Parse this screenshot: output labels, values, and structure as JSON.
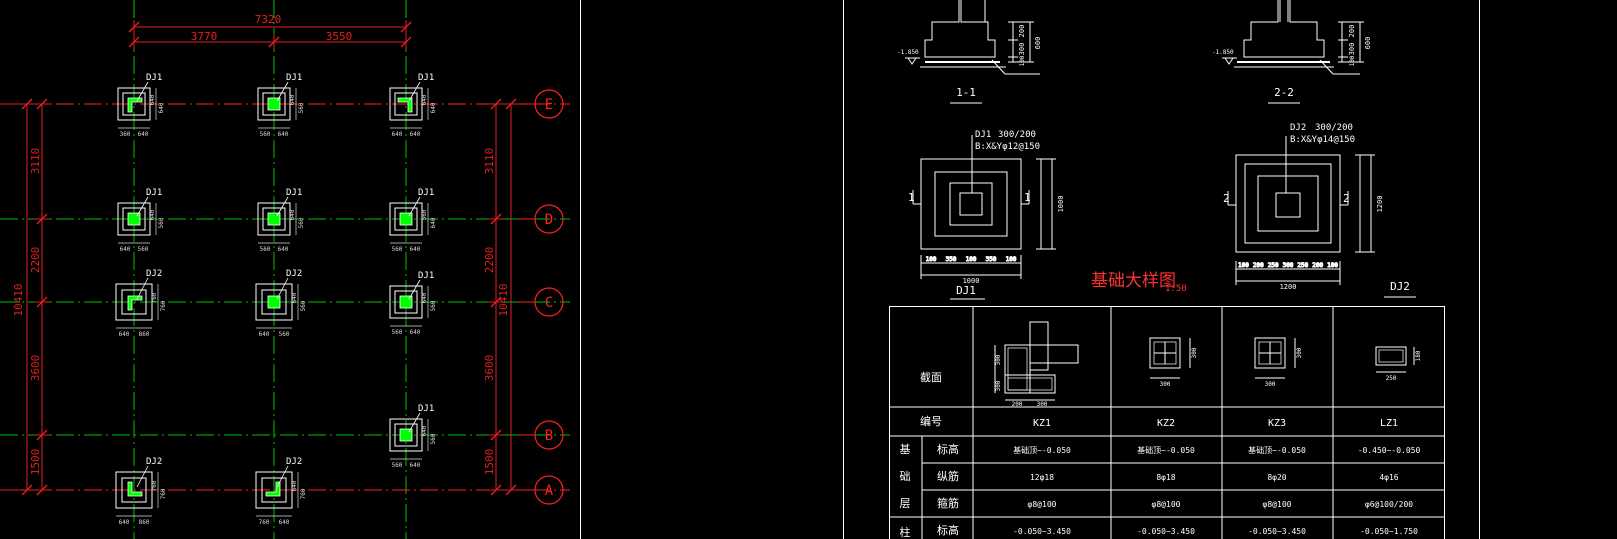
{
  "colors": {
    "background": "#000000",
    "axis_green": "#00c000",
    "axis_red": "#ff2020",
    "dim_red": "#e02020",
    "line_white": "#ffffff",
    "dim_white": "#d8d8d8",
    "column_green": "#00ff00"
  },
  "plan": {
    "top_total": "7320",
    "top_left": "3770",
    "top_right": "3550",
    "axis_labels": [
      "E",
      "D",
      "C",
      "B",
      "A"
    ],
    "left_total": "10410",
    "right_total": "10410",
    "spans": [
      "3110",
      "2200",
      "3600",
      "1500"
    ],
    "footings": [
      {
        "tag": "DJ1",
        "d1": "640",
        "d2": "640",
        "s1": "360",
        "s2": "640"
      },
      {
        "tag": "DJ1",
        "d1": "640",
        "d2": "560",
        "s1": "560",
        "s2": "640"
      },
      {
        "tag": "DJ1",
        "d1": "640",
        "d2": "640",
        "s1": "640",
        "s2": "640"
      },
      {
        "tag": "DJ1",
        "d1": "640",
        "d2": "560",
        "s1": "640",
        "s2": "560"
      },
      {
        "tag": "DJ1",
        "d1": "640",
        "d2": "560",
        "s1": "560",
        "s2": "640"
      },
      {
        "tag": "DJ1",
        "d1": "560",
        "d2": "640",
        "s1": "560",
        "s2": "640"
      },
      {
        "tag": "DJ2",
        "d1": "760",
        "d2": "760",
        "s1": "640",
        "s2": "860"
      },
      {
        "tag": "DJ2",
        "d1": "640",
        "d2": "560",
        "s1": "640",
        "s2": "560"
      },
      {
        "tag": "DJ1",
        "d1": "640",
        "d2": "560",
        "s1": "560",
        "s2": "640"
      },
      {
        "tag": "DJ1",
        "d1": "640",
        "d2": "560",
        "s1": "560",
        "s2": "640"
      },
      {
        "tag": "DJ2",
        "d1": "760",
        "d2": "760",
        "s1": "640",
        "s2": "860"
      },
      {
        "tag": "DJ2",
        "d1": "640",
        "d2": "760",
        "s1": "760",
        "s2": "640"
      }
    ]
  },
  "details": {
    "section1_label": "1-1",
    "section2_label": "2-2",
    "section_dims": [
      "200",
      "300",
      "100"
    ],
    "section_total": "600",
    "level_mark": "-1.850",
    "dj1": {
      "tag": "DJ1",
      "spec1": "300/200",
      "spec2": "B:X&Yφ12@150",
      "cut": "1",
      "bottom_dims": [
        "100",
        "350",
        "100",
        "350",
        "100"
      ],
      "bottom_total": "1000",
      "side_total": "1000",
      "caption": "DJ1"
    },
    "dj2": {
      "tag": "DJ2",
      "spec1": "300/200",
      "spec2": "B:X&Yφ14@150",
      "cut": "2",
      "bottom_dims": [
        "100",
        "200",
        "250",
        "300",
        "250",
        "200",
        "100"
      ],
      "bottom_total": "1200",
      "side_total": "1200",
      "caption": "DJ2"
    },
    "drawing_title": "基础大样图",
    "drawing_scale": "1:50"
  },
  "table": {
    "header_section": "截面",
    "header_no": "编号",
    "columns": [
      "KZ1",
      "KZ2",
      "KZ3",
      "LZ1"
    ],
    "sec_dims": {
      "kz1": [
        "300",
        "300",
        "200",
        "300"
      ],
      "kz2": [
        "300",
        "300"
      ],
      "kz3": [
        "300",
        "300"
      ],
      "lz1": [
        "250",
        "180"
      ]
    },
    "group1": [
      "基",
      "础",
      "层"
    ],
    "group2_char": "柱",
    "row_labels": [
      "标高",
      "纵筋",
      "箍筋",
      "标高"
    ],
    "rows": [
      [
        "基础顶~-0.050",
        "基础顶~-0.050",
        "基础顶~-0.050",
        "-0.450~-0.050"
      ],
      [
        "12φ18",
        "8φ18",
        "8φ20",
        "4φ16"
      ],
      [
        "φ8@100",
        "φ8@100",
        "φ8@100",
        "φ6@100/200"
      ],
      [
        "-0.050~3.450",
        "-0.050~3.450",
        "-0.050~3.450",
        "-0.050~1.750"
      ]
    ]
  }
}
